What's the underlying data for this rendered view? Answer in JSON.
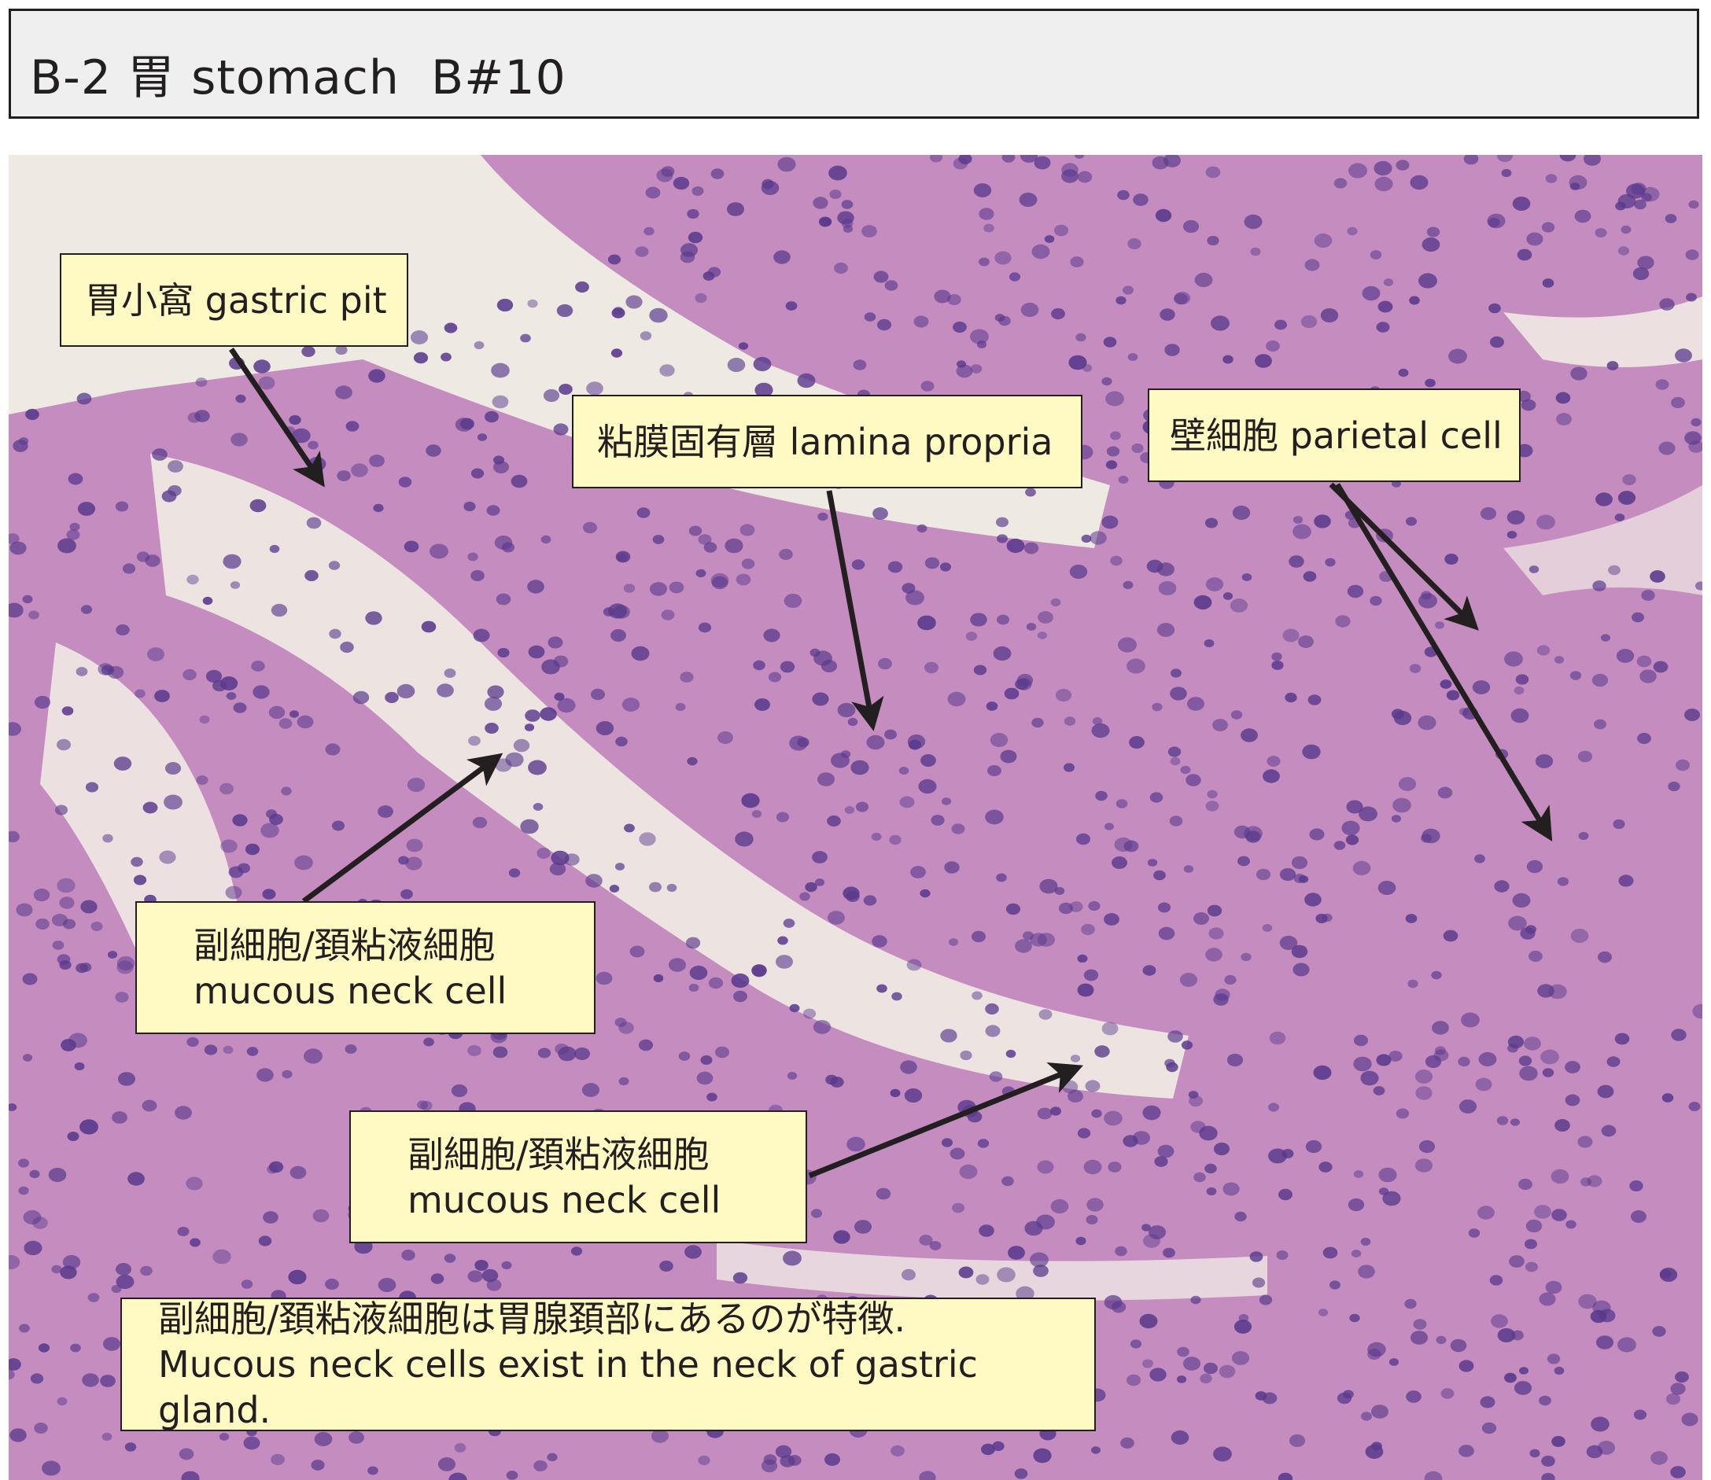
{
  "title": "B-2 胃 stomach  B#10",
  "labels": {
    "gastric_pit": "胃小窩 gastric pit",
    "lamina_propria": "粘膜固有層 lamina propria",
    "parietal_cell": "壁細胞 parietal cell",
    "mucous_neck_1": {
      "jp": "副細胞/頚粘液細胞",
      "en": "mucous neck cell"
    },
    "mucous_neck_2": {
      "jp": "副細胞/頚粘液細胞",
      "en": "mucous neck cell"
    },
    "note": {
      "jp": "副細胞/頚粘液細胞は胃腺頚部にあるのが特徴.",
      "en": "Mucous neck cells exist in the neck of gastric gland."
    }
  },
  "colors": {
    "label_bg": "#fff9c4",
    "tissue": "#c98fc0",
    "nucleus": "#5a3a8c",
    "lumen": "#f1ece6"
  }
}
